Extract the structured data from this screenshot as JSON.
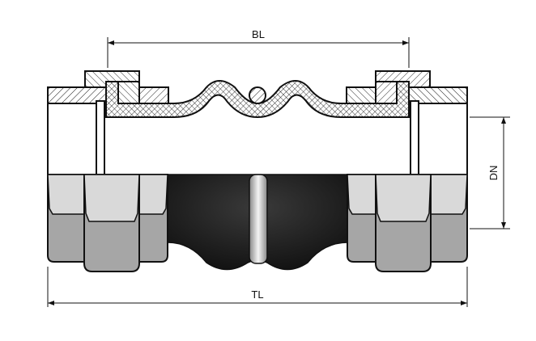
{
  "diagram": {
    "labels": {
      "bl": "BL",
      "tl": "TL",
      "dn": "DN"
    },
    "colors": {
      "outline": "#111111",
      "nut_light": "#d9d9d9",
      "nut_dark": "#a6a6a6",
      "rubber": "#2a2a2a"
    }
  }
}
